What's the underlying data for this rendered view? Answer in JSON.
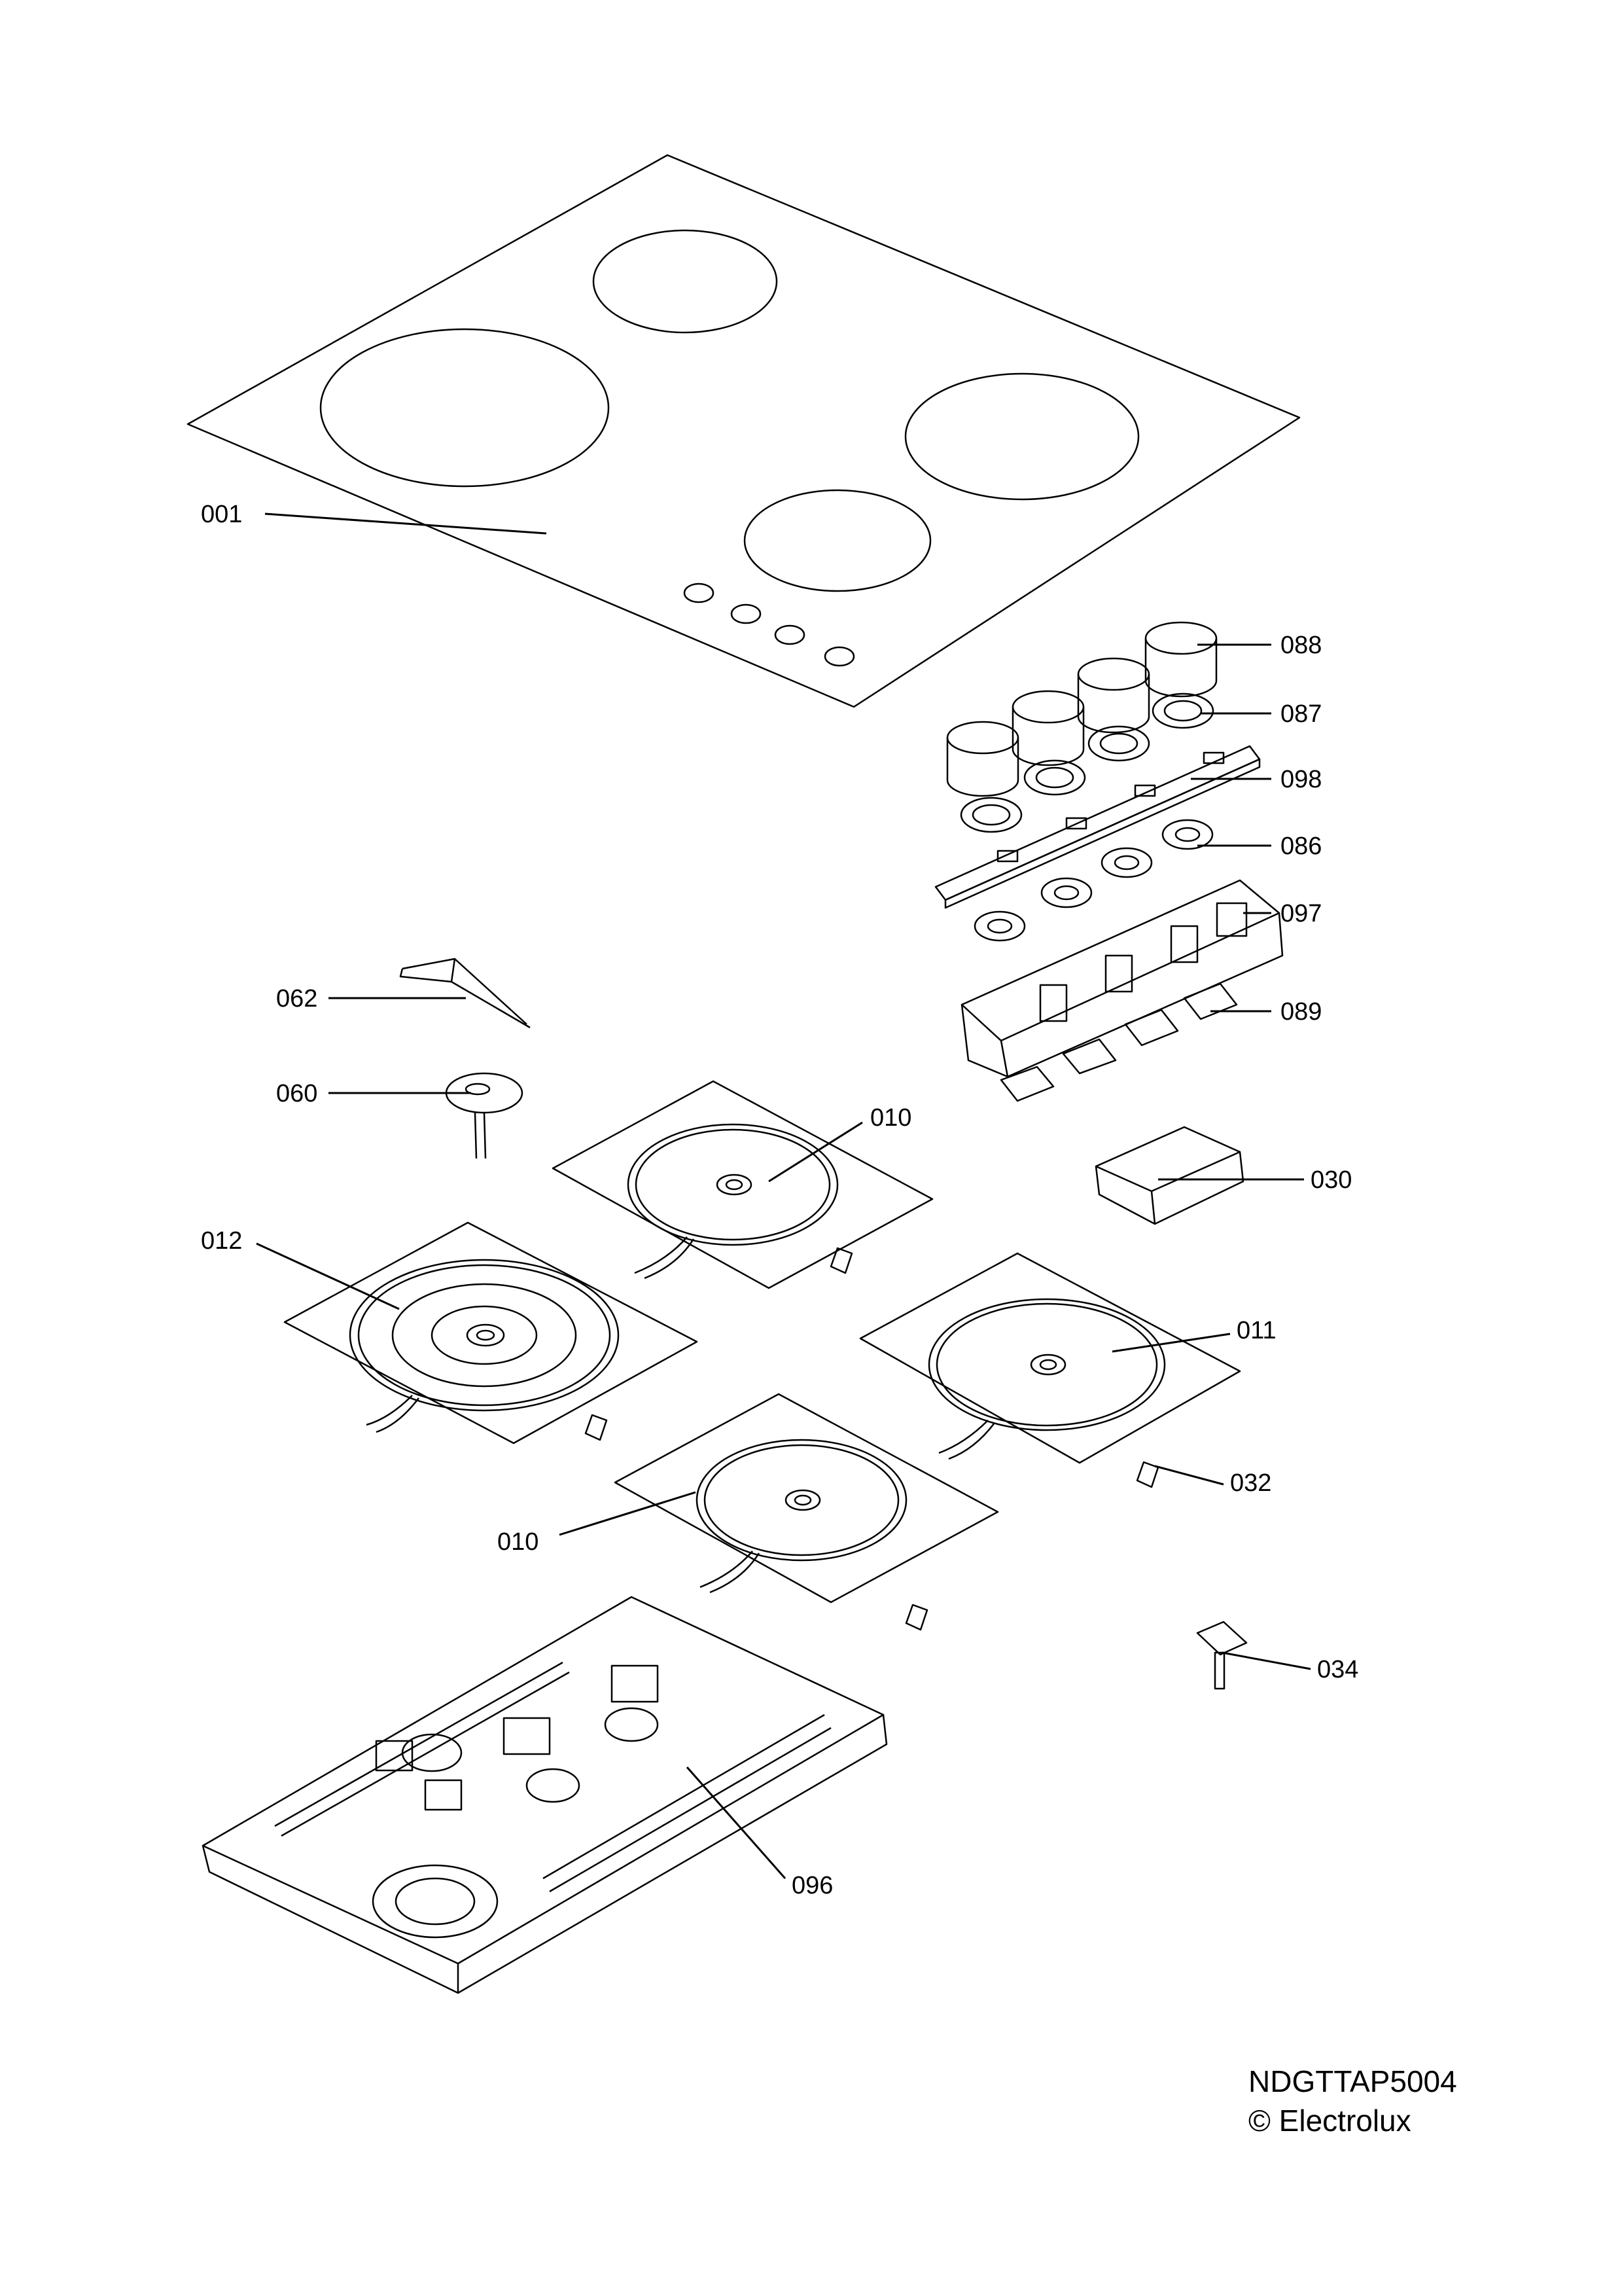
{
  "diagram": {
    "parts": [
      {
        "id": "001",
        "label": "001"
      },
      {
        "id": "088",
        "label": "088"
      },
      {
        "id": "087",
        "label": "087"
      },
      {
        "id": "098",
        "label": "098"
      },
      {
        "id": "086",
        "label": "086"
      },
      {
        "id": "097",
        "label": "097"
      },
      {
        "id": "089",
        "label": "089"
      },
      {
        "id": "062",
        "label": "062"
      },
      {
        "id": "060",
        "label": "060"
      },
      {
        "id": "010a",
        "label": "010"
      },
      {
        "id": "030",
        "label": "030"
      },
      {
        "id": "012",
        "label": "012"
      },
      {
        "id": "011",
        "label": "011"
      },
      {
        "id": "032",
        "label": "032"
      },
      {
        "id": "010b",
        "label": "010"
      },
      {
        "id": "034",
        "label": "034"
      },
      {
        "id": "096",
        "label": "096"
      }
    ]
  },
  "footer": {
    "model_code": "NDGTTAP5004",
    "copyright": "© Electrolux"
  }
}
